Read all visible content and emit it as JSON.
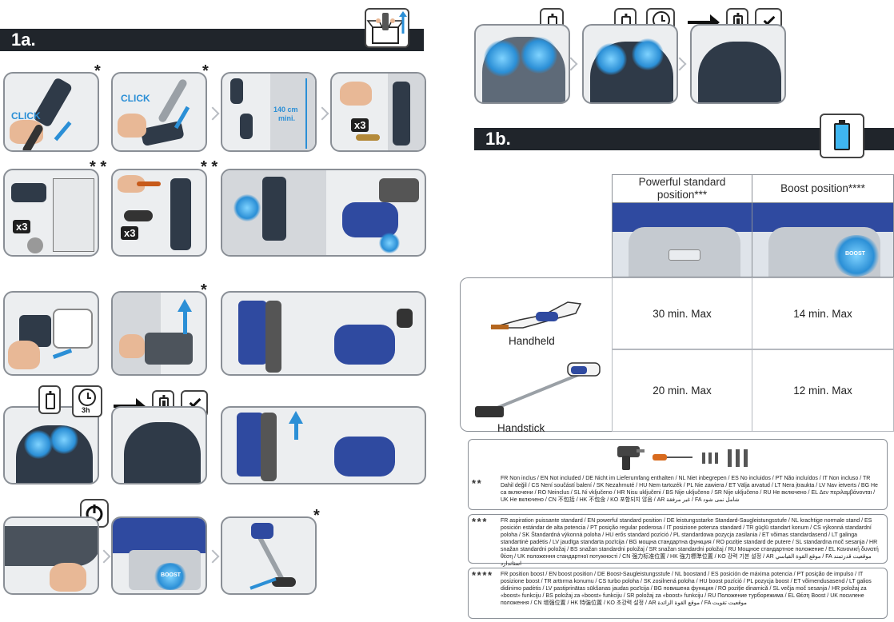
{
  "section_1a": {
    "title": "1a."
  },
  "section_1b": {
    "title": "1b."
  },
  "steps": {
    "click_label_1": "CLICK",
    "click_label_2": "CLICK",
    "wall_height": "140 cm",
    "wall_height_min": "mini.",
    "times_three_a": "x3",
    "times_three_b": "x3",
    "times_three_c": "x3",
    "charge_time_a": "3h",
    "charge_time_b": "3h",
    "boost_tag_a": "BOOST",
    "boost_tag_b": "BOOST",
    "asterisk_single": "*",
    "asterisk_double": "* *"
  },
  "icons": {
    "unbox": "unboxing-icon",
    "battery_low": "battery-low-icon",
    "battery_charging": "battery-charging-icon",
    "battery_full": "battery-full-icon",
    "clock": "clock-icon",
    "check": "check-icon",
    "power": "power-icon"
  },
  "table": {
    "headers": [
      "Powerful standard position***",
      "Boost position****"
    ],
    "rows": [
      {
        "label": "Handheld",
        "values": [
          "30 min. Max",
          "14 min. Max"
        ]
      },
      {
        "label": "Handstick",
        "values": [
          "20 min. Max",
          "12 min. Max"
        ]
      }
    ]
  },
  "legend": [
    {
      "stars": "* *",
      "text": "FR Non inclus / EN Not included / DE Nicht im Lieferumfang enthalten / NL Niet inbegrepen / ES No incluidos / PT Não incluídos / IT Non incluso / TR Dahil değil / CS Není součástí balení / SK Nezahrnuté / HU Nem tartozék / PL Nie zawiera / ET Välja arvatud / LT Nera įtraukta / LV Nav ietverts / BG Не са включени / RO Neinclus / SL Ni vključeno / HR Nisu uključeni / BS Nije uključeno / SR Nije uključeno / RU Не включено / EL Δεν περιλαμβάνονται / UK Не включено / CN 不包括 / HK 不包含 / KO 포함되지 않음 / AR غير مرفقة / FA شامل نمی شود"
    },
    {
      "stars": "* * *",
      "text": "FR aspiration puissante standard / EN powerful standard position / DE leistungsstarke Standard-Saugleistungsstufe / NL krachtige normale stand / ES posición estándar de alta potencia / PT posição regular poderosa / IT posizione potenza standard / TR güçlü standart konum / CS výkonná standardní poloha / SK Štandardná výkonná poloha / HU erős standard pozíció / PL standardowa pozycja zasilania / ET võimas standardasend / LT galinga standartinė padėtis / LV jaudīga standarta pozīcija / BG мощна стандартна функция / RO poziție standard de putere / SL standardna moč sesanja / HR snažan standardni položaj / BS snažan standardni položaj / SR snažan standardni položaj / RU Мощное стандартное положение / EL Κανονική δυνατή θέση / UK положення стандартної потужності / CN 强力标准位置 / HK 強力標準位置 / KO 강력 기본 설정 / AR موقع القوة القياسي / FA موقعیت قدرتمند استاندارد"
    },
    {
      "stars": "* * * *",
      "text": "FR position boost / EN boost position / DE Boost-Saugleistungsstufe / NL boostand / ES posición de máxima potencia / PT posição de impulso / IT posizione boost / TR arttırma konumu / CS turbo poloha / SK zosilnená poloha / HU boost pozíció / PL pozycja boost / ET võimendusasend / LT galios didinimo padėtis / LV pastiprinātas sūkšanas jaudas pozīcija / BG повишена функция / RO poziție dinamică / SL večja moč sesanja / HR položaj za «boost» funkciju / BS položaj za «boost» funkciju / SR položaj za «boost» funkciju / RU Положение турборежима / EL Θέση Boost / UK посилене положення / CN 增强位置 / HK 特強位置 / KO 초강력 설정 / AR موقع القوة الزائدة / FA موقعیت تقویت"
    }
  ],
  "colors": {
    "bar": "#20252b",
    "accent_blue": "#2b8fd6",
    "device_blue": "#2f4aa0",
    "panel_border": "#8a8f96"
  }
}
